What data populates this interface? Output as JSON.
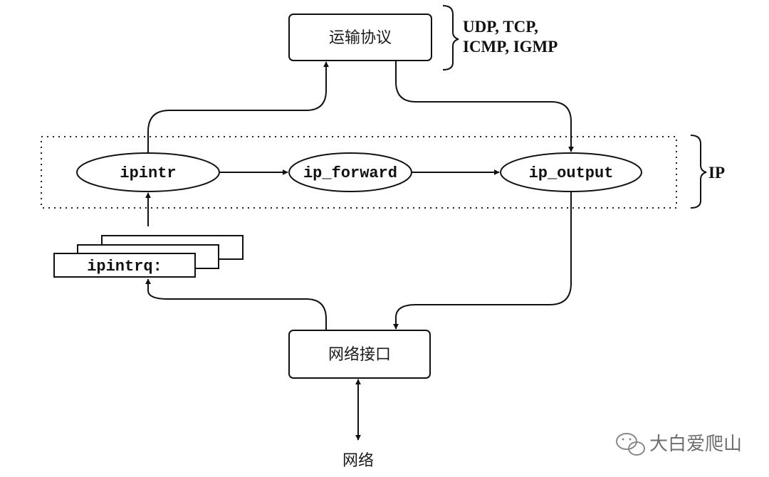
{
  "diagram": {
    "nodes": {
      "transport": "运输协议",
      "ipintr": "ipintr",
      "ip_forward": "ip_forward",
      "ip_output": "ip_output",
      "ipintrq": "ipintrq:",
      "netif": "网络接口",
      "network": "网络"
    },
    "brace_labels": {
      "transport_line1": "UDP, TCP,",
      "transport_line2": "ICMP, IGMP",
      "ip": "IP"
    },
    "colors": {
      "ink": "#111111",
      "background": "#ffffff",
      "watermark": "#6e6e6e"
    }
  },
  "watermark": {
    "icon": "wechat-icon",
    "text": "大白爱爬山"
  }
}
